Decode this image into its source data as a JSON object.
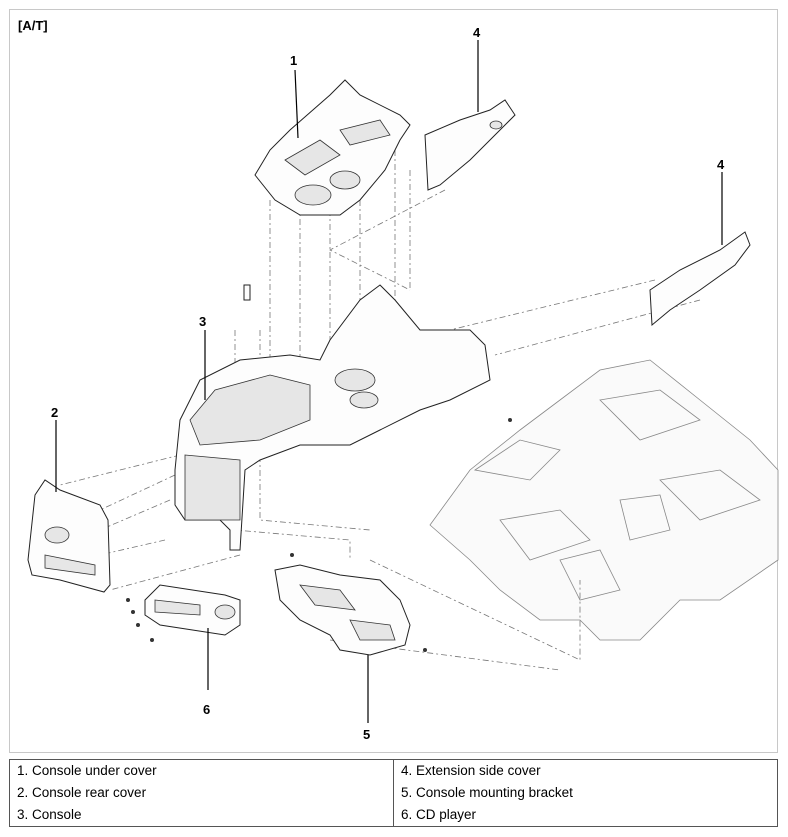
{
  "diagram": {
    "tag": "[A/T]",
    "callouts": {
      "c1": "1",
      "c2": "2",
      "c3": "3",
      "c4a": "4",
      "c4b": "4",
      "c5": "5",
      "c6": "6"
    }
  },
  "legend": {
    "left": [
      "1. Console under cover",
      "2. Console rear cover",
      "3. Console"
    ],
    "right": [
      "4. Extension side cover",
      "5. Console mounting bracket",
      "6. CD player"
    ]
  }
}
